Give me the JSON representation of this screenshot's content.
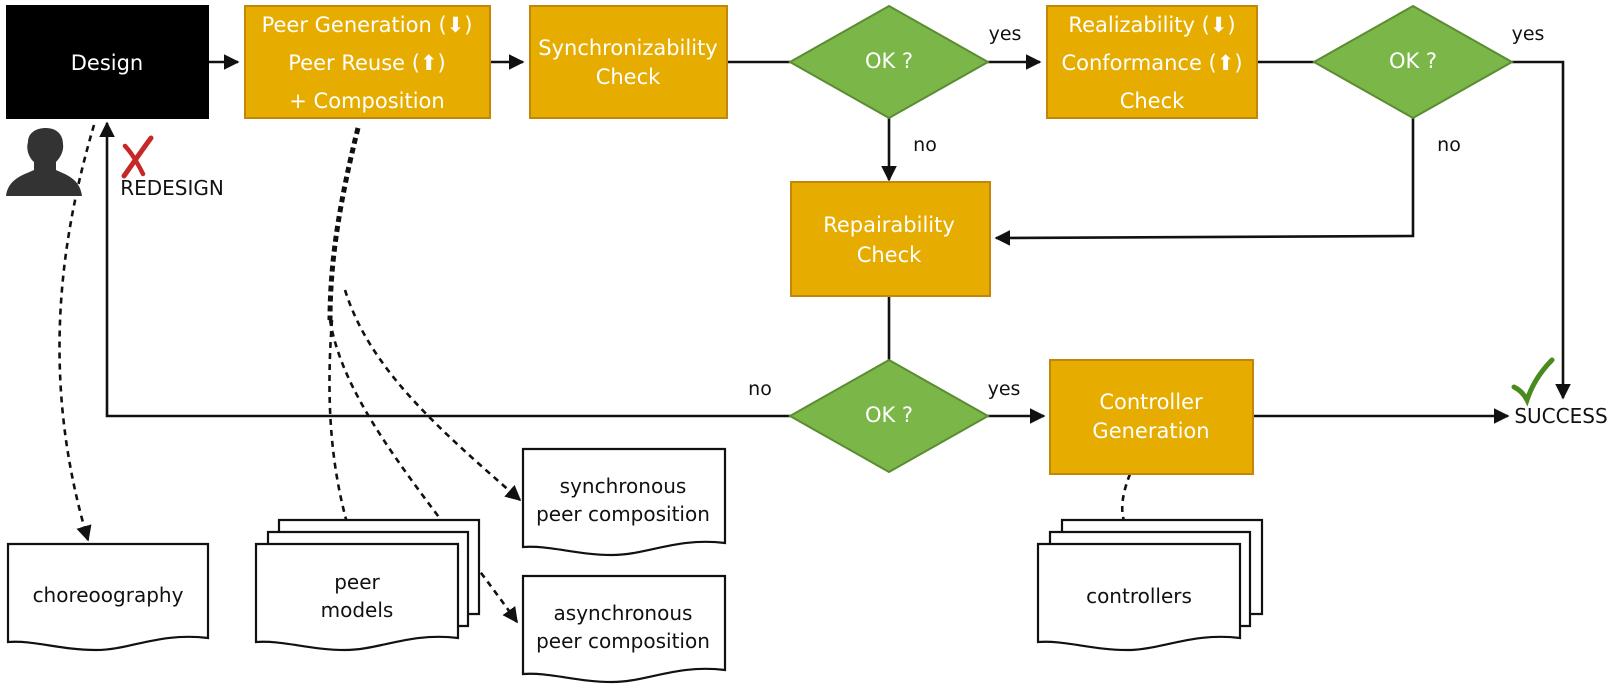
{
  "colors": {
    "process": "#e6ac00",
    "decision": "#7ab648",
    "design": "#000000",
    "redesign_mark": "#c62828",
    "success_mark": "#4a8a1e"
  },
  "nodes": {
    "design": "Design",
    "peer_gen": {
      "line1": "Peer Generation (⬇)",
      "line2": "Peer Reuse (⬆)",
      "line3": "+ Composition"
    },
    "sync_check": {
      "line1": "Synchronizability",
      "line2": "Check"
    },
    "ok1": "OK ?",
    "real_check": {
      "line1": "Realizability (⬇)",
      "line2": "Conformance (⬆)",
      "line3": "Check"
    },
    "ok2": "OK ?",
    "repair_check": {
      "line1": "Repairability",
      "line2": "Check"
    },
    "ok3": "OK ?",
    "controller_gen": {
      "line1": "Controller",
      "line2": "Generation"
    },
    "success": "SUCCESS",
    "redesign": "REDESIGN"
  },
  "edge_labels": {
    "ok1_yes": "yes",
    "ok1_no": "no",
    "ok2_yes": "yes",
    "ok2_no": "no",
    "ok3_yes": "yes",
    "ok3_no": "no"
  },
  "documents": {
    "choreography": "choreoography",
    "peer_models": {
      "line1": "peer",
      "line2": "models"
    },
    "sync_comp": {
      "line1": "synchronous",
      "line2": "peer composition"
    },
    "async_comp": {
      "line1": "asynchronous",
      "line2": "peer composition"
    },
    "controllers": "controllers"
  },
  "icons": {
    "user": "user-silhouette-icon",
    "cross": "red-cross-icon",
    "check": "green-check-icon"
  }
}
